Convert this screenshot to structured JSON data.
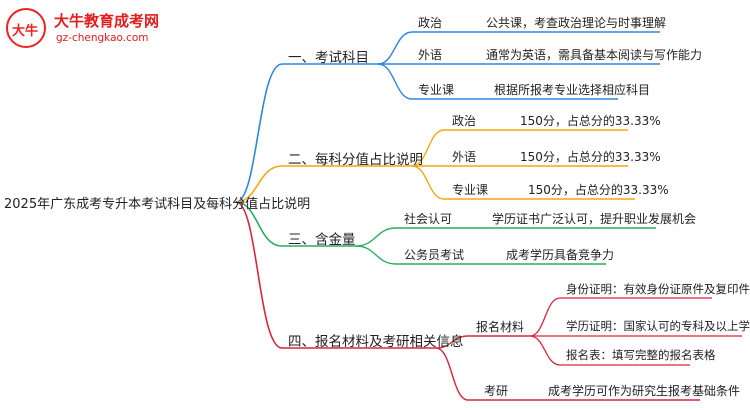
{
  "logo": {
    "mark": "大牛",
    "title": "大牛教育成考网",
    "url": "gz-chengkao.com"
  },
  "mindmap": {
    "root": "2025年广东成考专升本考试科目及每科分值占比说明",
    "branches": [
      {
        "label": "一、考试科目",
        "color": "#2e86de",
        "items": [
          {
            "label": "政治",
            "desc": "公共课，考查政治理论与时事理解"
          },
          {
            "label": "外语",
            "desc": "通常为英语，需具备基本阅读与写作能力"
          },
          {
            "label": "专业课",
            "desc": "根据所报考专业选择相应科目"
          }
        ]
      },
      {
        "label": "二、每科分值占比说明",
        "color": "#f3a712",
        "items": [
          {
            "label": "政治",
            "desc": "150分，占总分的33.33%"
          },
          {
            "label": "外语",
            "desc": "150分，占总分的33.33%"
          },
          {
            "label": "专业课",
            "desc": "150分，占总分的33.33%"
          }
        ]
      },
      {
        "label": "三、含金量",
        "color": "#27ae60",
        "items": [
          {
            "label": "社会认可",
            "desc": "学历证书广泛认可，提升职业发展机会"
          },
          {
            "label": "公务员考试",
            "desc": "成考学历具备竞争力"
          }
        ]
      },
      {
        "label": "四、报名材料及考研相关信息",
        "color": "#d7263d",
        "items": [
          {
            "label": "报名材料",
            "subitems": [
              "身份证明：有效身份证原件及复印件",
              "学历证明：国家认可的专科及以上学历证书",
              "报名表：填写完整的报名表格"
            ]
          },
          {
            "label": "考研",
            "desc": "成考学历可作为研究生报考基础条件"
          }
        ]
      }
    ]
  }
}
